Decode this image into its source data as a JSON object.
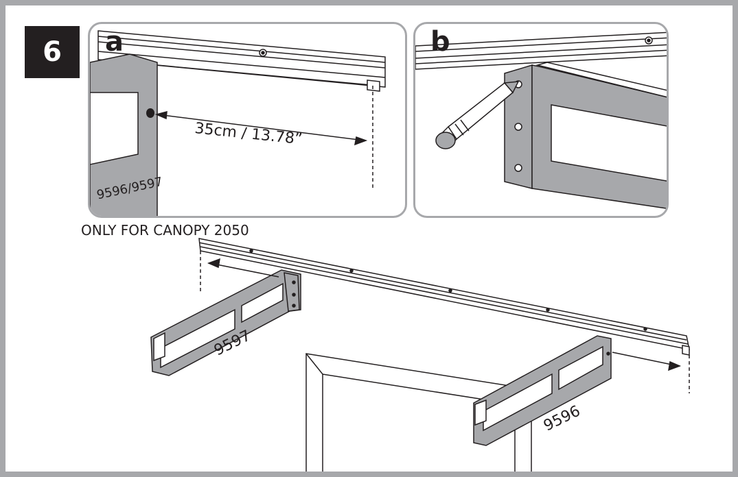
{
  "step": {
    "number": "6"
  },
  "panel_a": {
    "letter": "a",
    "distance_label": "35cm / 13.78”",
    "part_label": "9596/9597"
  },
  "panel_b": {
    "letter": "b",
    "tool_icon": "pencil-icon"
  },
  "main": {
    "note": "ONLY FOR CANOPY 2050",
    "left_bracket_label": "9597",
    "right_bracket_label": "9596"
  },
  "colors": {
    "frame": "#a7a8ab",
    "bracket_fill": "#a7a8ab",
    "line": "#231f20",
    "badge": "#231f20"
  }
}
